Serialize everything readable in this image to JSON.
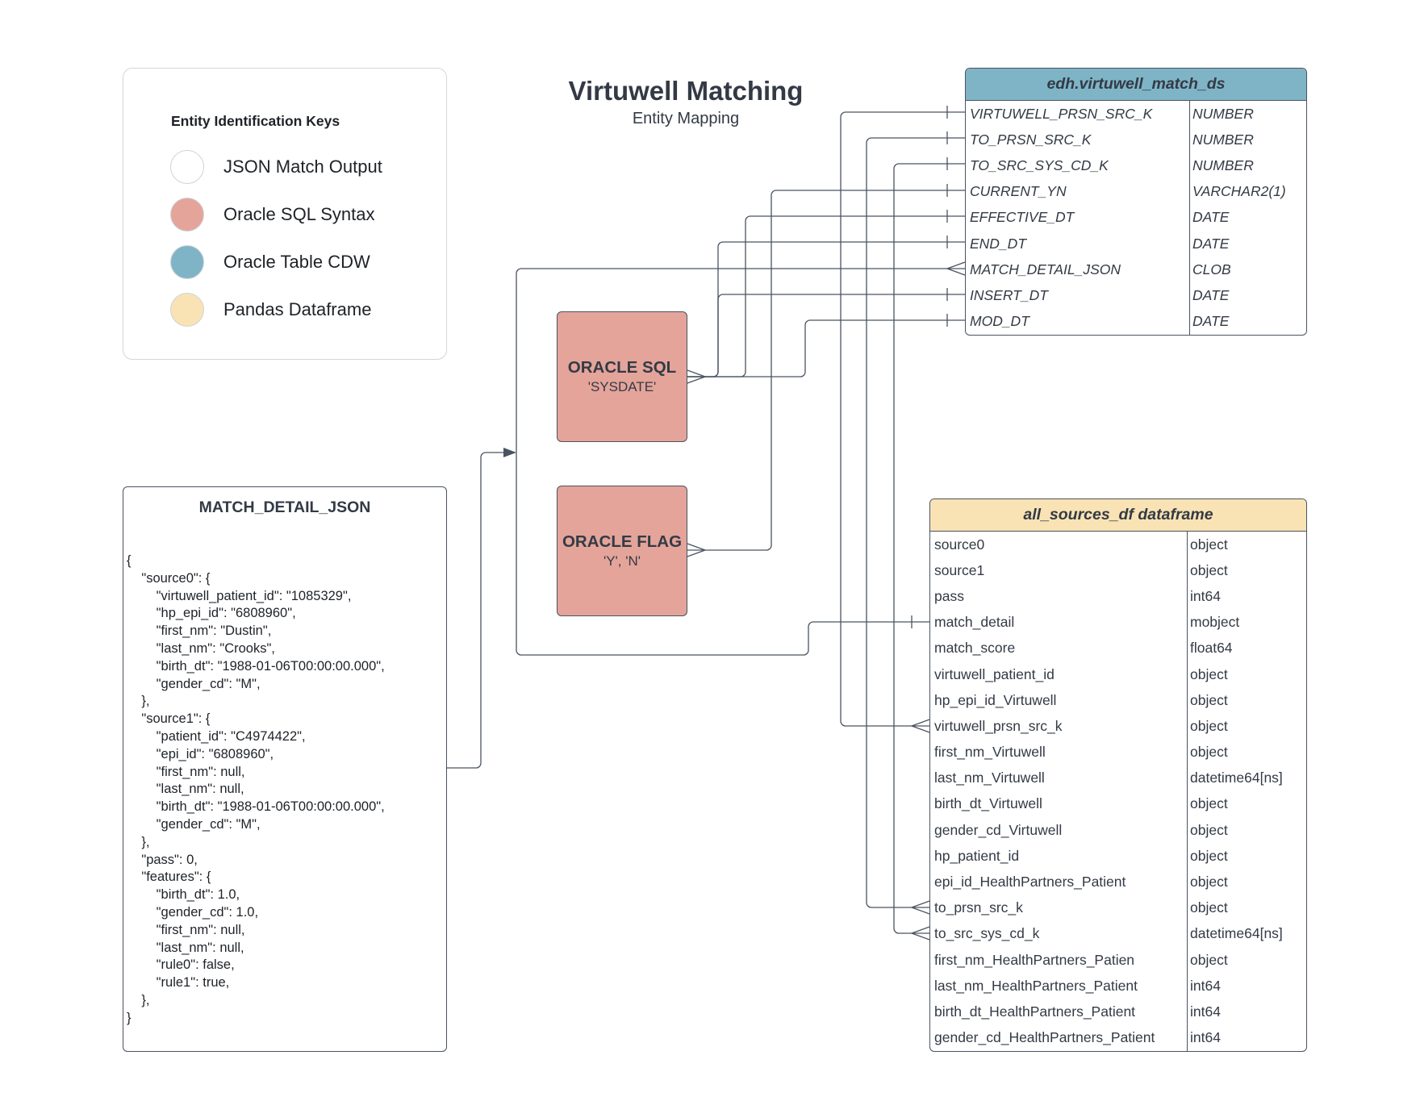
{
  "title": "Virtuwell Matching",
  "subtitle": "Entity Mapping",
  "legend": {
    "title": "Entity Identification Keys",
    "items": [
      {
        "label": "JSON Match Output",
        "color": "#ffffff"
      },
      {
        "label": "Oracle SQL Syntax",
        "color": "#e4a49a"
      },
      {
        "label": "Oracle Table CDW",
        "color": "#7fb4c6"
      },
      {
        "label": "Pandas Dataframe",
        "color": "#f9e3b4"
      }
    ]
  },
  "oracle_table": {
    "name": "edh.virtuwell_match_ds",
    "rows": [
      {
        "field": "VIRTUWELL_PRSN_SRC_K",
        "type": "NUMBER"
      },
      {
        "field": "TO_PRSN_SRC_K",
        "type": "NUMBER"
      },
      {
        "field": "TO_SRC_SYS_CD_K",
        "type": "NUMBER"
      },
      {
        "field": "CURRENT_YN",
        "type": "VARCHAR2(1)"
      },
      {
        "field": "EFFECTIVE_DT",
        "type": "DATE"
      },
      {
        "field": "END_DT",
        "type": "DATE"
      },
      {
        "field": "MATCH_DETAIL_JSON",
        "type": "CLOB"
      },
      {
        "field": "INSERT_DT",
        "type": "DATE"
      },
      {
        "field": "MOD_DT",
        "type": "DATE"
      }
    ]
  },
  "dataframe": {
    "name": "all_sources_df dataframe",
    "rows": [
      {
        "field": "source0",
        "type": "object"
      },
      {
        "field": "source1",
        "type": "object"
      },
      {
        "field": "pass",
        "type": "int64"
      },
      {
        "field": "match_detail",
        "type": "mobject"
      },
      {
        "field": "match_score",
        "type": "float64"
      },
      {
        "field": "virtuwell_patient_id",
        "type": "object"
      },
      {
        "field": "hp_epi_id_Virtuwell",
        "type": "object"
      },
      {
        "field": "virtuwell_prsn_src_k",
        "type": "object"
      },
      {
        "field": "first_nm_Virtuwell",
        "type": "object"
      },
      {
        "field": "last_nm_Virtuwell",
        "type": "datetime64[ns]"
      },
      {
        "field": "birth_dt_Virtuwell",
        "type": "object"
      },
      {
        "field": "gender_cd_Virtuwell",
        "type": "object"
      },
      {
        "field": "hp_patient_id",
        "type": "object"
      },
      {
        "field": "epi_id_HealthPartners_Patient",
        "type": "object"
      },
      {
        "field": "to_prsn_src_k",
        "type": "object"
      },
      {
        "field": "to_src_sys_cd_k",
        "type": "datetime64[ns]"
      },
      {
        "field": "first_nm_HealthPartners_Patien",
        "type": "object"
      },
      {
        "field": "last_nm_HealthPartners_Patient",
        "type": "int64"
      },
      {
        "field": "birth_dt_HealthPartners_Patient",
        "type": "int64"
      },
      {
        "field": "gender_cd_HealthPartners_Patient",
        "type": "int64"
      }
    ]
  },
  "match_json": {
    "title": "MATCH_DETAIL_JSON",
    "lines": [
      "{",
      "    \"source0\": {",
      "        \"virtuwell_patient_id\": \"1085329\",",
      "        \"hp_epi_id\": \"6808960\",",
      "        \"first_nm\": \"Dustin\",",
      "        \"last_nm\": \"Crooks\",",
      "        \"birth_dt\": \"1988-01-06T00:00:00.000\",",
      "        \"gender_cd\": \"M\",",
      "    },",
      "    \"source1\": {",
      "        \"patient_id\": \"C4974422\",",
      "        \"epi_id\": \"6808960\",",
      "        \"first_nm\": null,",
      "        \"last_nm\": null,",
      "        \"birth_dt\": \"1988-01-06T00:00:00.000\",",
      "        \"gender_cd\": \"M\",",
      "    },",
      "    \"pass\": 0,",
      "    \"features\": {",
      "        \"birth_dt\": 1.0,",
      "        \"gender_cd\": 1.0,",
      "        \"first_nm\": null,",
      "        \"last_nm\": null,",
      "        \"rule0\": false,",
      "        \"rule1\": true,",
      "    },",
      "}"
    ]
  },
  "oracle_sql": {
    "title": "ORACLE SQL",
    "value": "'SYSDATE'"
  },
  "oracle_flag": {
    "title": "ORACLE FLAG",
    "value": "'Y', 'N'"
  },
  "colors": {
    "line": "#4a5361",
    "sql": "#e4a49a",
    "cdw": "#7fb4c6",
    "pandas": "#f9e3b4"
  }
}
